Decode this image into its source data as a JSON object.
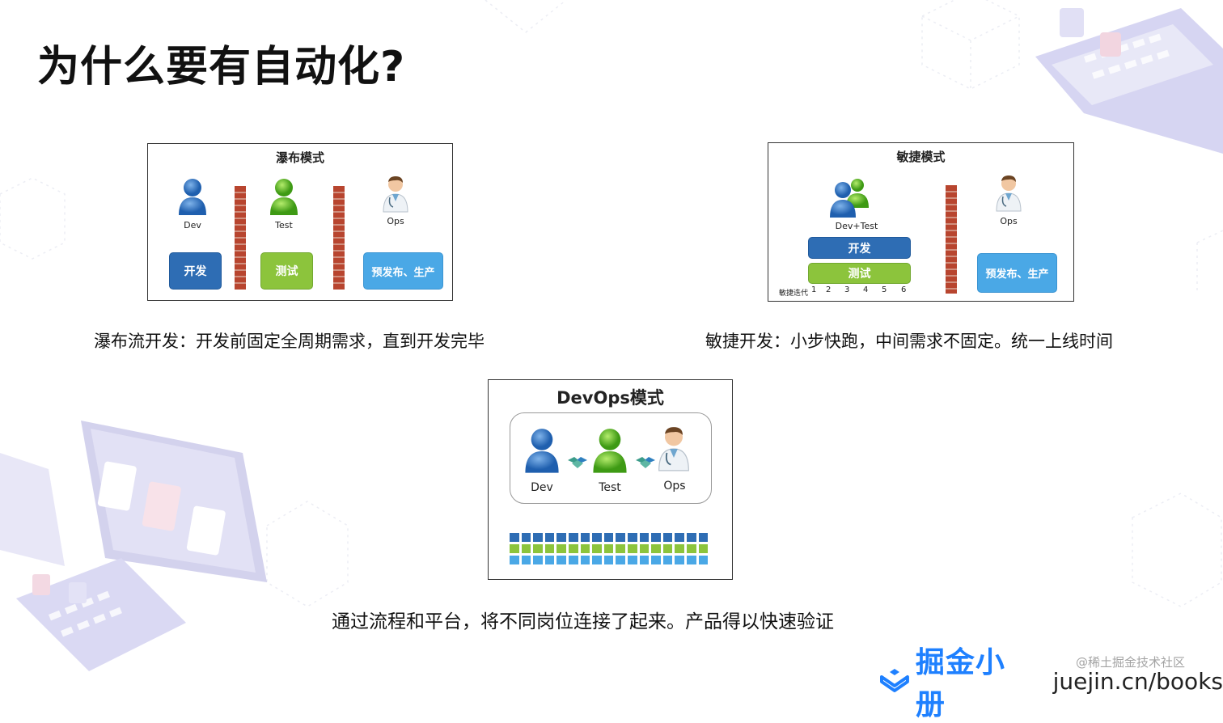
{
  "title": "为什么要有自动化?",
  "waterfall": {
    "title": "瀑布模式",
    "dev_label": "Dev",
    "test_label": "Test",
    "ops_label": "Ops",
    "dev_btn": "开发",
    "test_btn": "测试",
    "release_btn": "预发布、生产",
    "caption": "瀑布流开发：开发前固定全周期需求，直到开发完毕"
  },
  "agile": {
    "title": "敏捷模式",
    "devtest_label": "Dev+Test",
    "ops_label": "Ops",
    "dev_btn": "开发",
    "test_btn": "测试",
    "release_btn": "预发布、生产",
    "iteration_label": "敏捷迭代",
    "iterations": [
      "1",
      "2",
      "3",
      "4",
      "5",
      "6"
    ],
    "caption": "敏捷开发：小步快跑，中间需求不固定。统一上线时间"
  },
  "devops": {
    "title": "DevOps模式",
    "dev_label": "Dev",
    "test_label": "Test",
    "ops_label": "Ops",
    "stripe_colors": [
      "#2e6db4",
      "#8cc43c",
      "#4aa8e6"
    ],
    "caption": "通过流程和平台，将不同岗位连接了起来。产品得以快速验证"
  },
  "footer": {
    "brand": "掘金小册",
    "url": "juejin.cn/books",
    "watermark": "@稀土掘金技术社区"
  }
}
